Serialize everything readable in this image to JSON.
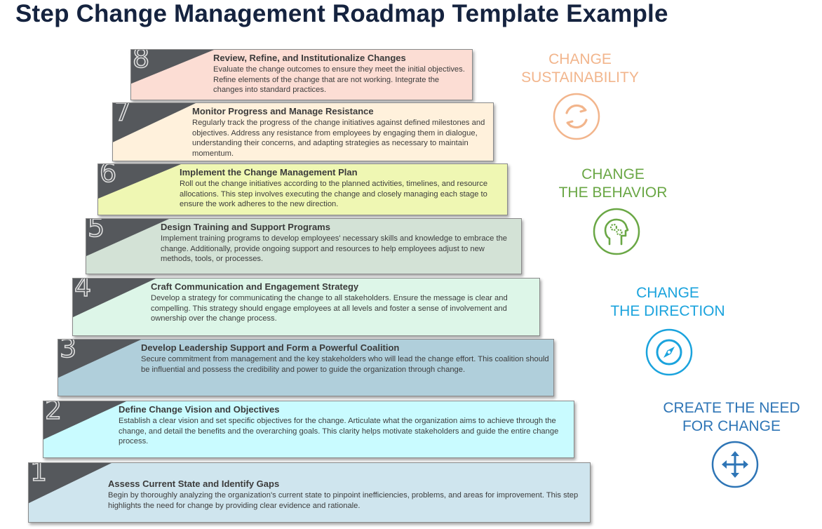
{
  "title": "Step Change Management Roadmap Template Example",
  "steps": [
    {
      "number": "1",
      "heading": "Assess Current State and Identify Gaps",
      "text": "Begin by thoroughly analyzing the organization's current state to pinpoint inefficiencies, problems, and areas for improvement. This step highlights the need for change by providing clear evidence and rationale.",
      "color": "#cfe5ee"
    },
    {
      "number": "2",
      "heading": "Define Change Vision and Objectives",
      "text": "Establish a clear vision and set specific objectives for the change. Articulate what the organization aims to achieve through the change, and detail the benefits and the overarching goals. This clarity helps motivate stakeholders and guide the entire change process.",
      "color": "#c9fbff"
    },
    {
      "number": "3",
      "heading": "Develop Leadership Support and Form a Powerful Coalition",
      "text": "Secure commitment from management and the key stakeholders who will lead the change effort. This coalition should be influential and possess the credibility and power to guide the organization through change.",
      "color": "#b0cfdb"
    },
    {
      "number": "4",
      "heading": "Craft Communication and Engagement Strategy",
      "text": "Develop a strategy for communicating the change to all stakeholders. Ensure the message is clear and compelling. This strategy should engage employees at all levels and foster a sense of involvement and ownership over the change process.",
      "color": "#ddf6e8"
    },
    {
      "number": "5",
      "heading": "Design Training and Support Programs",
      "text": "Implement training programs to develop employees' necessary skills and knowledge to embrace the change. Additionally, provide ongoing support and resources to help employees adjust to new methods, tools, or processes.",
      "color": "#d3e2d6"
    },
    {
      "number": "6",
      "heading": "Implement the Change Management Plan",
      "text": "Roll out the change initiatives according to the planned activities, timelines, and resource allocations. This step involves executing the change and closely managing each stage to ensure the work adheres to the new direction.",
      "color": "#eff7b3"
    },
    {
      "number": "7",
      "heading": "Monitor Progress and Manage Resistance",
      "text": "Regularly track the progress of the change initiatives against defined milestones and objectives. Address any resistance from employees by engaging them in dialogue, understanding their concerns, and adapting strategies as necessary to maintain momentum.",
      "color": "#fff1dc"
    },
    {
      "number": "8",
      "heading": "Review, Refine, and Institutionalize Changes",
      "text": "Evaluate the change outcomes to ensure they meet the initial objectives. Refine elements of the change that are not working. Integrate the changes into standard practices.",
      "color": "#fcddd4"
    }
  ],
  "phases": [
    {
      "line1": "CHANGE",
      "line2": "SUSTAINABILITY",
      "color": "#f2b58c",
      "icon": "cycle-arrows-icon"
    },
    {
      "line1": "CHANGE",
      "line2": "THE BEHAVIOR",
      "color": "#6aa745",
      "icon": "head-gears-icon"
    },
    {
      "line1": "CHANGE",
      "line2": "THE DIRECTION",
      "color": "#1aa3dd",
      "icon": "compass-icon"
    },
    {
      "line1": "CREATE THE NEED",
      "line2": "FOR CHANGE",
      "color": "#2e75b6",
      "icon": "expand-arrows-icon"
    }
  ]
}
